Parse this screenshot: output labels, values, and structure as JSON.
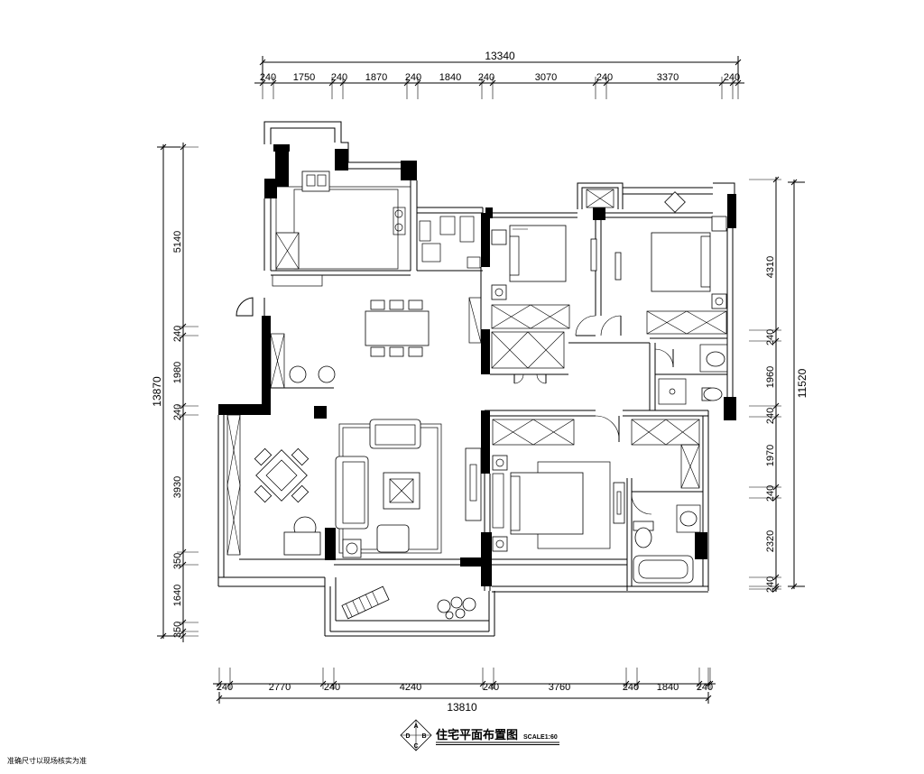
{
  "drawing": {
    "title": "住宅平面布置图",
    "scale": "SCALE1:60",
    "footnote": "准确尺寸以现场核实为准",
    "compass": {
      "n": "A",
      "e": "B",
      "s": "C",
      "w": "D"
    }
  },
  "dimensions": {
    "top_total": "13340",
    "top": [
      "240",
      "1750",
      "240",
      "1870",
      "240",
      "1840",
      "240",
      "3070",
      "240",
      "3370",
      "240"
    ],
    "bottom_total": "13810",
    "bottom": [
      "240",
      "2770",
      "240",
      "4240",
      "240",
      "3760",
      "240",
      "1840",
      "240"
    ],
    "left_total": "13870",
    "left": [
      "5140",
      "240",
      "1980",
      "240",
      "3930",
      "350",
      "1640",
      "350"
    ],
    "right_total": "11520",
    "right": [
      "4310",
      "240",
      "1960",
      "240",
      "1970",
      "240",
      "2320",
      "240"
    ]
  }
}
